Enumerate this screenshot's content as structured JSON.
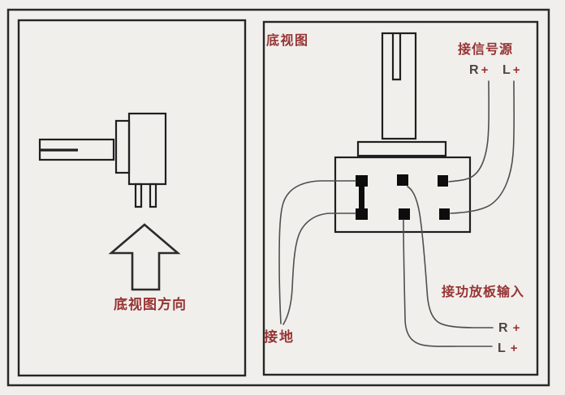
{
  "diagram": {
    "left_panel": {
      "direction_label": "底视图方向"
    },
    "right_panel": {
      "title": "底视图",
      "signal_source": {
        "heading": "接信号源",
        "channels": [
          {
            "letter": "R",
            "plus": "+"
          },
          {
            "letter": "L",
            "plus": "+"
          }
        ]
      },
      "amp_input": {
        "heading": "接功放板输入",
        "channels": [
          {
            "letter": "R",
            "plus": "+"
          },
          {
            "letter": "L",
            "plus": "+"
          }
        ]
      },
      "ground_label": "接地"
    },
    "colors": {
      "background": "#f1efec",
      "outline": "#222222",
      "wire": "#4f4f4f",
      "pin_fill": "#0d0d0d",
      "label_red": "#963434",
      "channel_letter": "#4e4545",
      "channel_plus": "#9c3232"
    }
  }
}
